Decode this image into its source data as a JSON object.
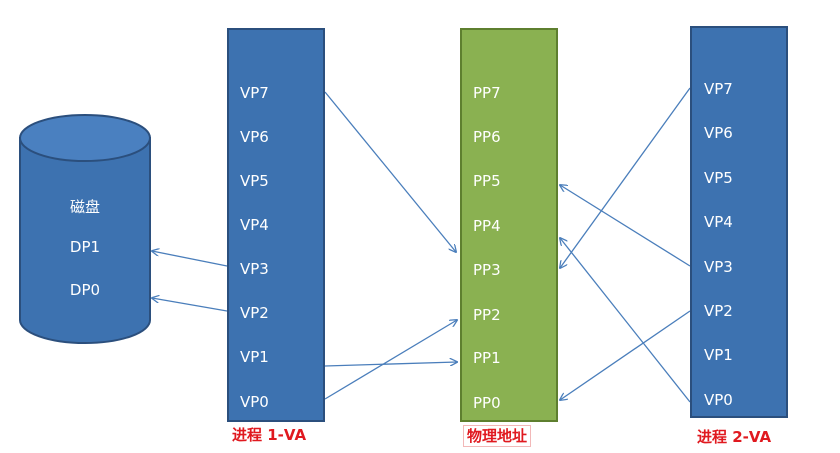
{
  "disk": {
    "title": "磁盘",
    "pages": [
      "DP1",
      "DP0"
    ]
  },
  "process1": {
    "caption": "进程 1-VA",
    "pages": [
      "VP7",
      "VP6",
      "VP5",
      "VP4",
      "VP3",
      "VP2",
      "VP1",
      "VP0"
    ]
  },
  "physical": {
    "caption": "物理地址",
    "pages": [
      "PP7",
      "PP6",
      "PP5",
      "PP4",
      "PP3",
      "PP2",
      "PP1",
      "PP0"
    ]
  },
  "process2": {
    "caption": "进程 2-VA",
    "pages": [
      "VP7",
      "VP6",
      "VP5",
      "VP4",
      "VP3",
      "VP2",
      "VP1",
      "VP0"
    ]
  },
  "mappings": [
    {
      "from": "process1.VP7",
      "to": "physical.PP3"
    },
    {
      "from": "process1.VP3",
      "to": "disk.DP1"
    },
    {
      "from": "process1.VP2",
      "to": "disk.DP0"
    },
    {
      "from": "process1.VP1",
      "to": "physical.PP1"
    },
    {
      "from": "process1.VP0",
      "to": "physical.PP2"
    },
    {
      "from": "process2.VP7",
      "to": "physical.PP3"
    },
    {
      "from": "process2.VP3",
      "to": "physical.PP5"
    },
    {
      "from": "process2.VP2",
      "to": "physical.PP0"
    },
    {
      "from": "process2.VP0",
      "to": "physical.PP4"
    }
  ],
  "colors": {
    "virtual_fill": "#3d72b0",
    "physical_fill": "#8ab151",
    "arrow": "#4a7ebb",
    "caption": "#e0191f"
  }
}
